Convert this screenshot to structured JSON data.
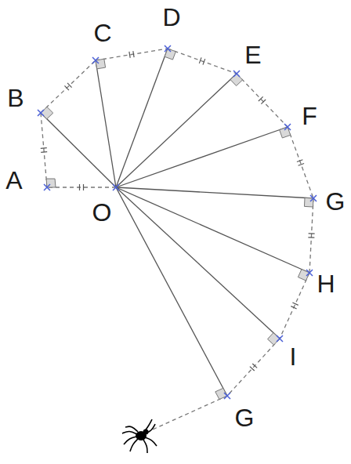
{
  "diagram": {
    "labels": [
      "A",
      "B",
      "C",
      "D",
      "E",
      "F",
      "G",
      "H",
      "I",
      "G",
      "O"
    ]
  }
}
